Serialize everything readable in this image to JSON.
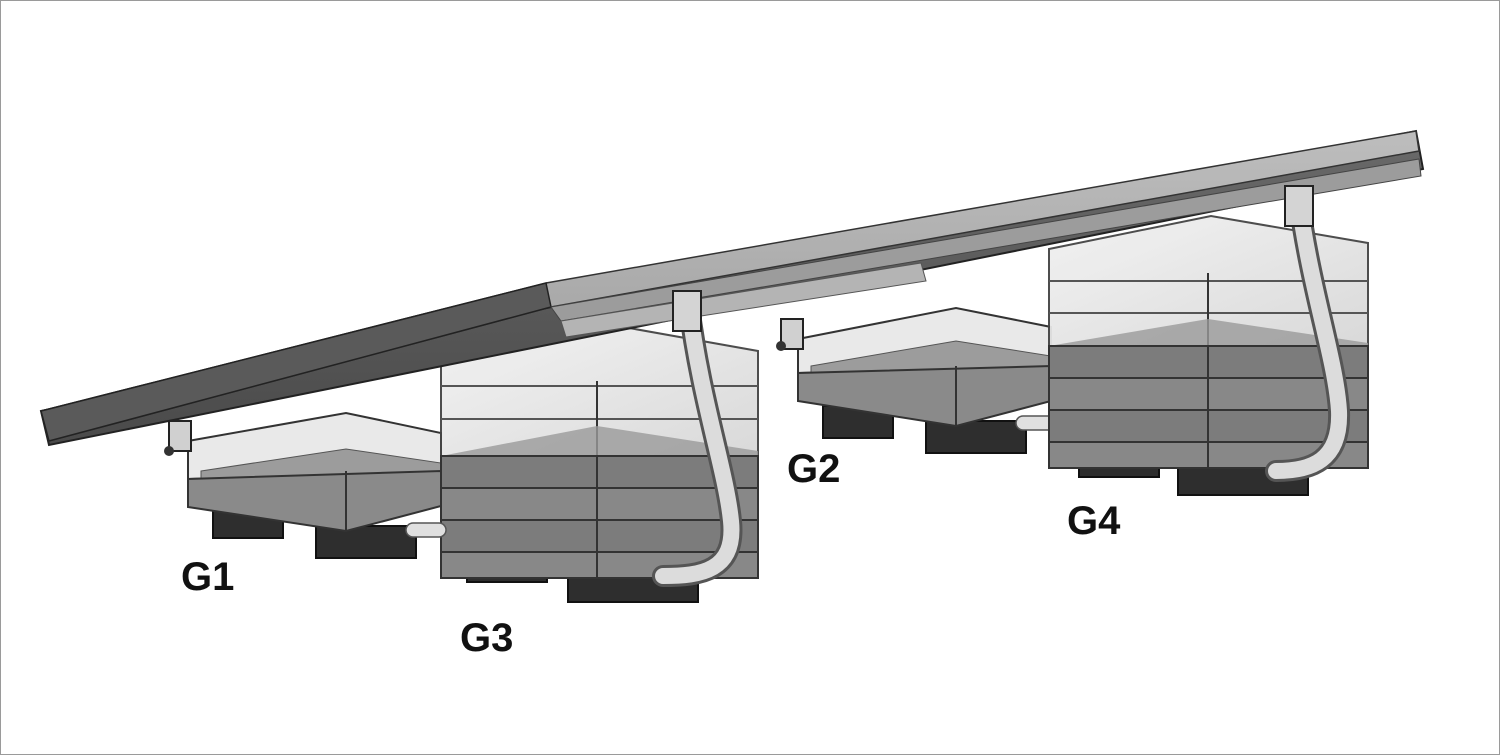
{
  "labels": {
    "g1": "G1",
    "g2": "G2",
    "g3": "G3",
    "g4": "G4"
  },
  "colors": {
    "panel_frame": "#4a4a4a",
    "panel_surface": "#a9a9a9",
    "ballast_dark": "#7c7c7c",
    "ballast_light": "#e6e6e6",
    "foot_pad": "#2e2e2e",
    "outline": "#2a2a2a"
  }
}
